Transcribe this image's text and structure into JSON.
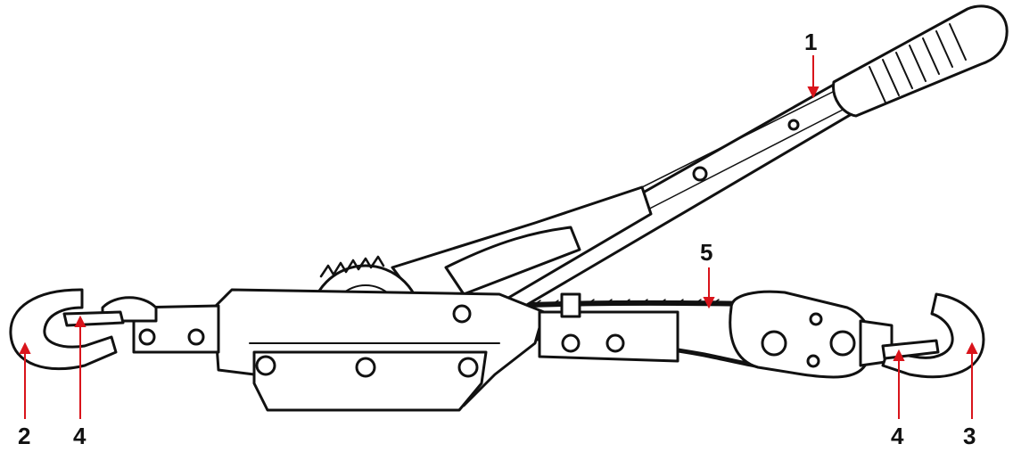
{
  "callouts": [
    {
      "id": "handle",
      "label": "1"
    },
    {
      "id": "left-hook",
      "label": "2"
    },
    {
      "id": "right-hook",
      "label": "3"
    },
    {
      "id": "left-latch",
      "label": "4"
    },
    {
      "id": "right-latch",
      "label": "4"
    },
    {
      "id": "cable",
      "label": "5"
    }
  ],
  "colors": {
    "leader": "#d9141b",
    "ink": "#111111",
    "background": "#ffffff"
  }
}
